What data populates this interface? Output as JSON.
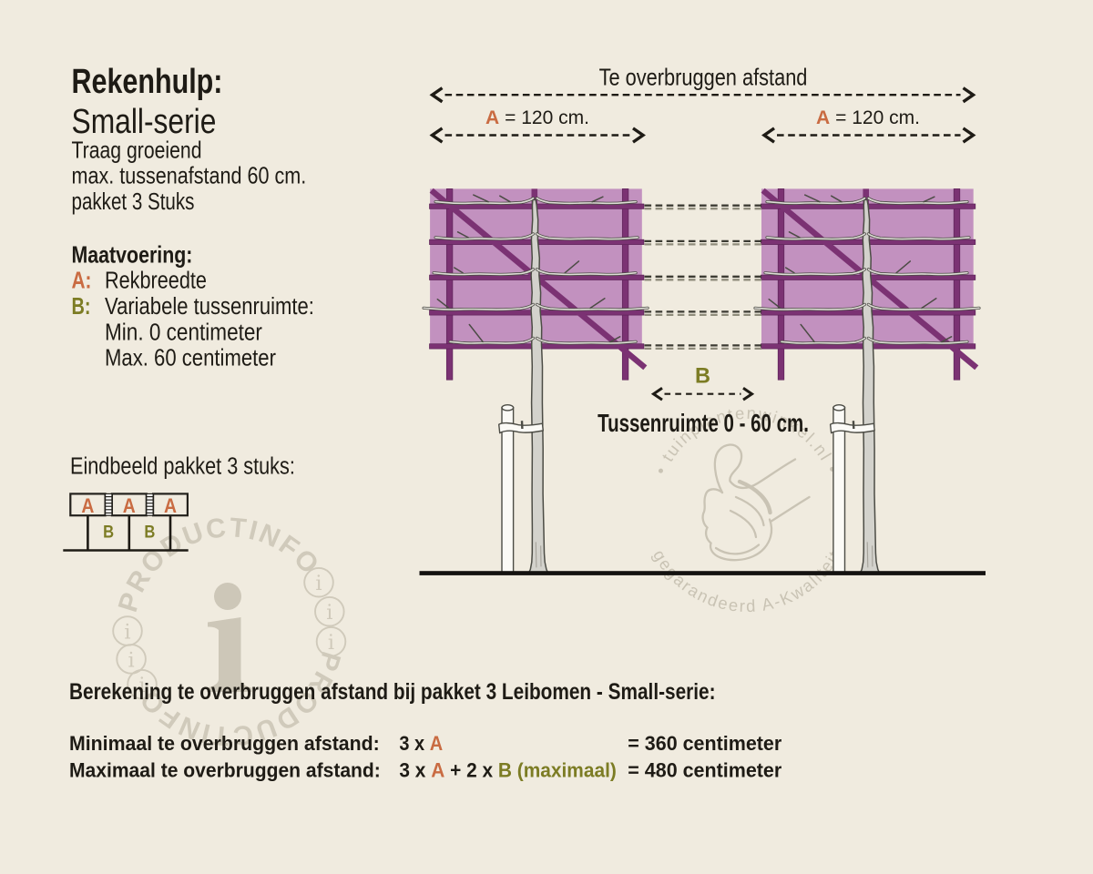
{
  "page": {
    "background": "#f0ebdf",
    "accent_a_color": "#c96b42",
    "accent_b_color": "#7c7c24",
    "panel_color": "#c291bf",
    "frame_color": "#7b3273"
  },
  "header": {
    "title": "Rekenhulp:",
    "subtitle": "Small-serie",
    "line1": "Traag groeiend",
    "line2": "max. tussenafstand 60 cm.",
    "line3": "pakket 3 Stuks"
  },
  "maatvoering": {
    "heading": "Maatvoering:",
    "a_key": "A:",
    "a_text": "Rekbreedte",
    "b_key": "B:",
    "b_text": "Variabele tussenruimte:",
    "b_sub1": "Min. 0 centimeter",
    "b_sub2": "Max. 60 centimeter"
  },
  "diagram": {
    "top_span_label": "Te overbruggen afstand",
    "a_left": {
      "key": "A",
      "rest": " = 120 cm."
    },
    "a_right": {
      "key": "A",
      "rest": " = 120 cm."
    },
    "b_key": "B",
    "gap_label": "Tussenruimte 0 - 60 cm."
  },
  "eindbeeld": {
    "heading": "Eindbeeld pakket 3 stuks:",
    "box_labels": [
      "A",
      "A",
      "A"
    ],
    "gap_labels": [
      "B",
      "B"
    ]
  },
  "calculation": {
    "heading": "Berekening te overbruggen afstand bij pakket 3 Leibomen - Small-serie:",
    "rows": [
      {
        "label": "Minimaal te overbruggen afstand:",
        "f_pre": "3 x ",
        "f_a": "A",
        "result": "= 360 centimeter"
      },
      {
        "label": "Maximaal te overbruggen afstand:",
        "f_pre": "3 x ",
        "f_a": "A",
        "f_mid": " + 2 x ",
        "f_b": "B (maximaal)",
        "result": "= 480 centimeter"
      }
    ]
  },
  "watermarks": {
    "productinfo": "PRODUCTINFO",
    "info_letter": "i",
    "badge_top": "• tuinplantenwinkel.nl •",
    "badge_bottom": "gegarandeerd A-Kwaliteit"
  }
}
